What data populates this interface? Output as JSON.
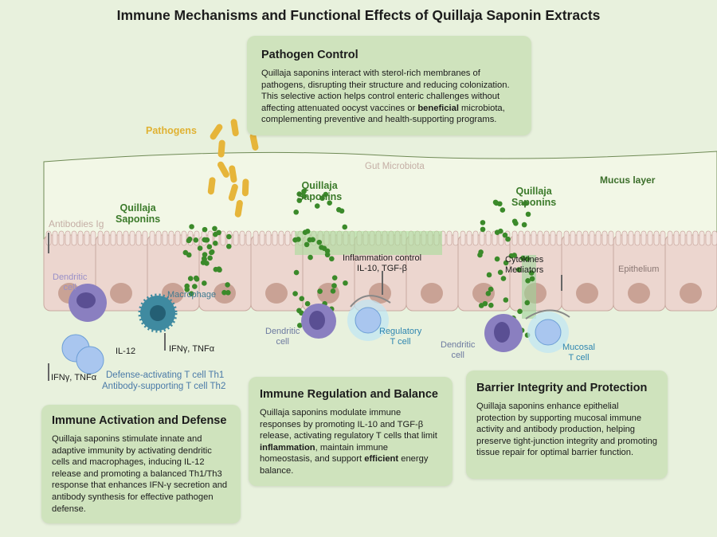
{
  "title": "Immune Mechanisms and Functional Effects of Quillaja Saponin Extracts",
  "boxes": {
    "pathogen": {
      "heading": "Pathogen Control",
      "text_a": "Quillaja saponins interact with sterol-rich membranes of pathogens, disrupting their structure and reducing colonization. This selective action helps control enteric challenges without affecting attenuated oocyst vaccines or ",
      "bold": "beneficial",
      "text_b": " microbiota, complementing preventive and health-supporting programs."
    },
    "activation": {
      "heading": "Immune Activation and Defense",
      "text": "Quillaja saponins stimulate innate and adaptive immunity by activating dendritic cells and macrophages, inducing IL-12 release and promoting a balanced Th1/Th3 response that enhances IFN-γ secretion and antibody synthesis for effective pathogen defense."
    },
    "regulation": {
      "heading": "Immune Regulation and Balance",
      "text_a": "Quillaja saponins  modulate immune responses by promoting IL-10 and TGF-β release, activating regulatory T cells that limit ",
      "bold1": "inflammation",
      "text_b": ", maintain immune homeostasis, and support ",
      "bold2": "efficient",
      "text_c": " energy balance."
    },
    "barrier": {
      "heading": "Barrier Integrity and Protection",
      "text": "Quillaja saponins enhance epithelial protection by supporting mucosal immune activity and antibody production, helping preserve tight-junction integrity and promoting tissue repair for optimal barrier function."
    }
  },
  "labels": {
    "pathogens": "Pathogens",
    "gut_microbiota": "Gut Microbiota",
    "mucus_layer": "Mucus layer",
    "epithelium": "Epithelium",
    "quillaja": "Quillaja",
    "saponins": "Saponins",
    "antibodies": "Antibodies Ig",
    "dendritic": "Dendritic",
    "cell": "cell",
    "macrophage": "Macrophage",
    "il12": "IL-12",
    "ifn_tnf": "IFNγ, TNFα",
    "th1": "Defense-activating T cell Th1",
    "th2": "Antibody-supporting T cell Th2",
    "inflammation_control": "Inflammation control",
    "il10_tgf": "IL-10, TGF-β",
    "regulatory": "Regulatory",
    "t_cell": "T cell",
    "cytokines": "Cytokines",
    "mediators": "Mediators",
    "mucosal": "Mucosal"
  },
  "colors": {
    "background": "#e8f1dd",
    "box": "#cfe3bd",
    "saponin": "#3b8a2a",
    "epithelium": "#ecd6cf",
    "dendritic": "#8a7fc0",
    "macrophage": "#3f8aa0",
    "tcell": "#a9c6ef",
    "pathogen": "#e6b53a"
  }
}
